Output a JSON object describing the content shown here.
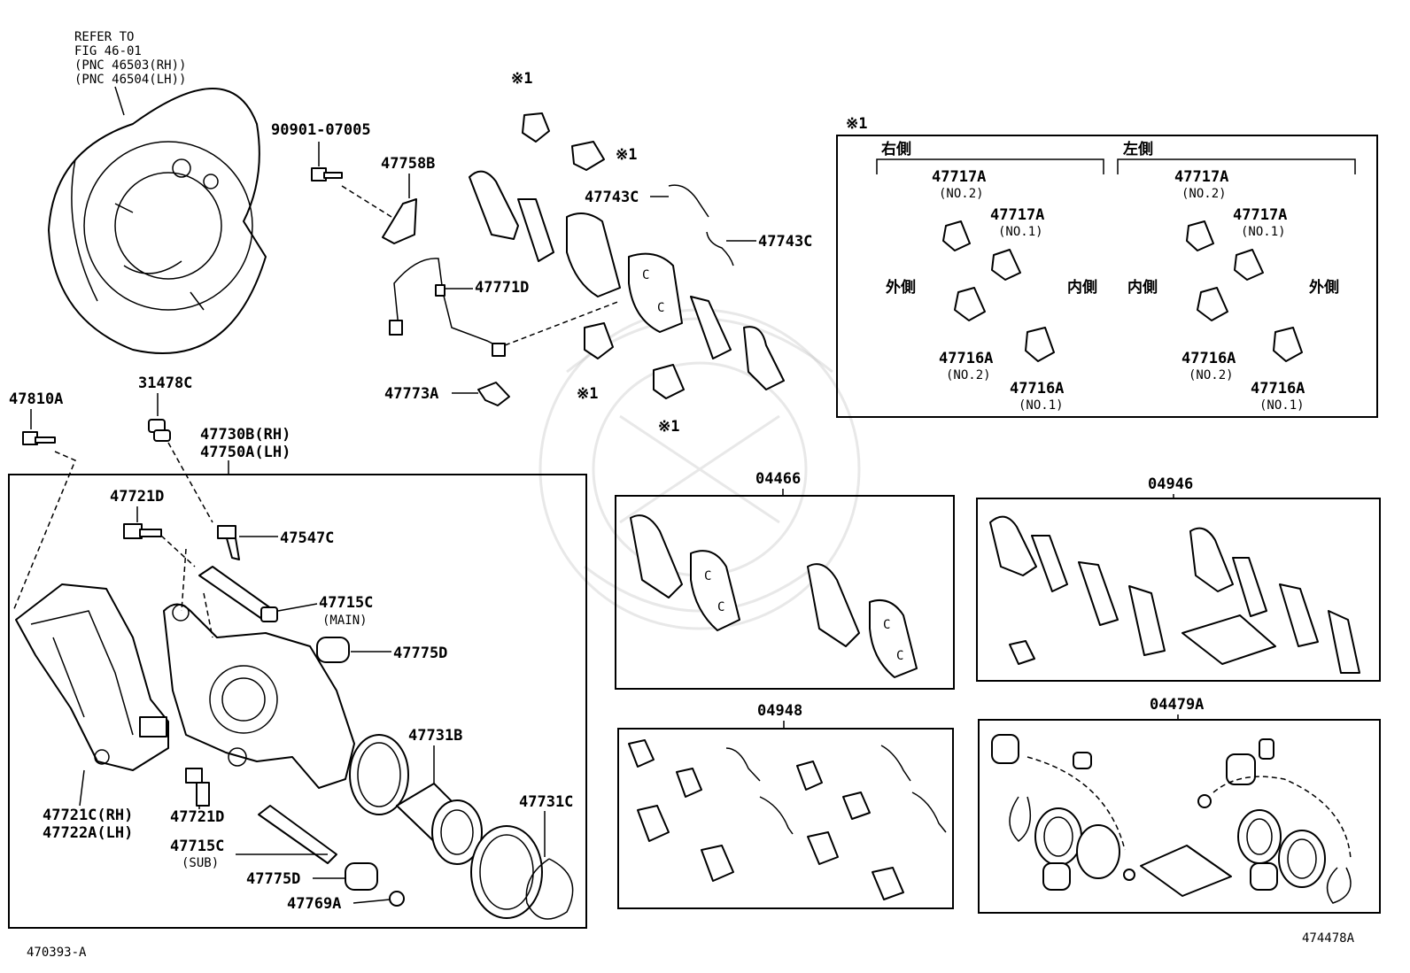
{
  "diagram": {
    "figure_id": "470393-A",
    "corner_id": "474478A",
    "refer": {
      "line1": "REFER TO",
      "line2": "FIG 46-01",
      "line3": "(PNC 46503(RH))",
      "line4": "(PNC 46504(LH))"
    },
    "labels": {
      "p90901": "90901-07005",
      "p47758b": "47758B",
      "p47743c_1": "47743C",
      "p47743c_2": "47743C",
      "p47771d": "47771D",
      "p47773a": "47773A",
      "note_a": "※1",
      "note_b": "※1",
      "note_c": "※1",
      "note_d": "※1",
      "p47810a": "47810A",
      "p31478c": "31478C",
      "p47730b": "47730B(RH)",
      "p47750a": "47750A(LH)",
      "p47721d_1": "47721D",
      "p47547c": "47547C",
      "p47715c_main": "47715C",
      "main_sub": "(MAIN)",
      "p47775d_1": "47775D",
      "p47731b": "47731B",
      "p47721c": "47721C(RH)",
      "p47722a": "47722A(LH)",
      "p47721d_2": "47721D",
      "p47715c_sub": "47715C",
      "sub_sub": "(SUB)",
      "p47775d_2": "47775D",
      "p47769a": "47769A",
      "p47731c": "47731C",
      "k04466": "04466",
      "k04946": "04946",
      "k04948": "04948",
      "k04479a": "04479A"
    },
    "detail": {
      "title": "※1",
      "right_side": "右側",
      "left_side": "左側",
      "outer_1": "外側",
      "inner_1": "内側",
      "inner_2": "内側",
      "outer_2": "外側",
      "a_47717a_no2_l": "47717A",
      "a_no2_l": "(NO.2)",
      "a_47717a_no1_l": "47717A",
      "a_no1_l": "(NO.1)",
      "a_47716a_no2_l": "47716A",
      "a_no2b_l": "(NO.2)",
      "a_47716a_no1_l": "47716A",
      "a_no1b_l": "(NO.1)",
      "a_47717a_no2_r": "47717A",
      "a_no2_r": "(NO.2)",
      "a_47717a_no1_r": "47717A",
      "a_no1_r": "(NO.1)",
      "a_47716a_no2_r": "47716A",
      "a_no2b_r": "(NO.2)",
      "a_47716a_no1_r": "47716A",
      "a_no1b_r": "(NO.1)"
    }
  }
}
